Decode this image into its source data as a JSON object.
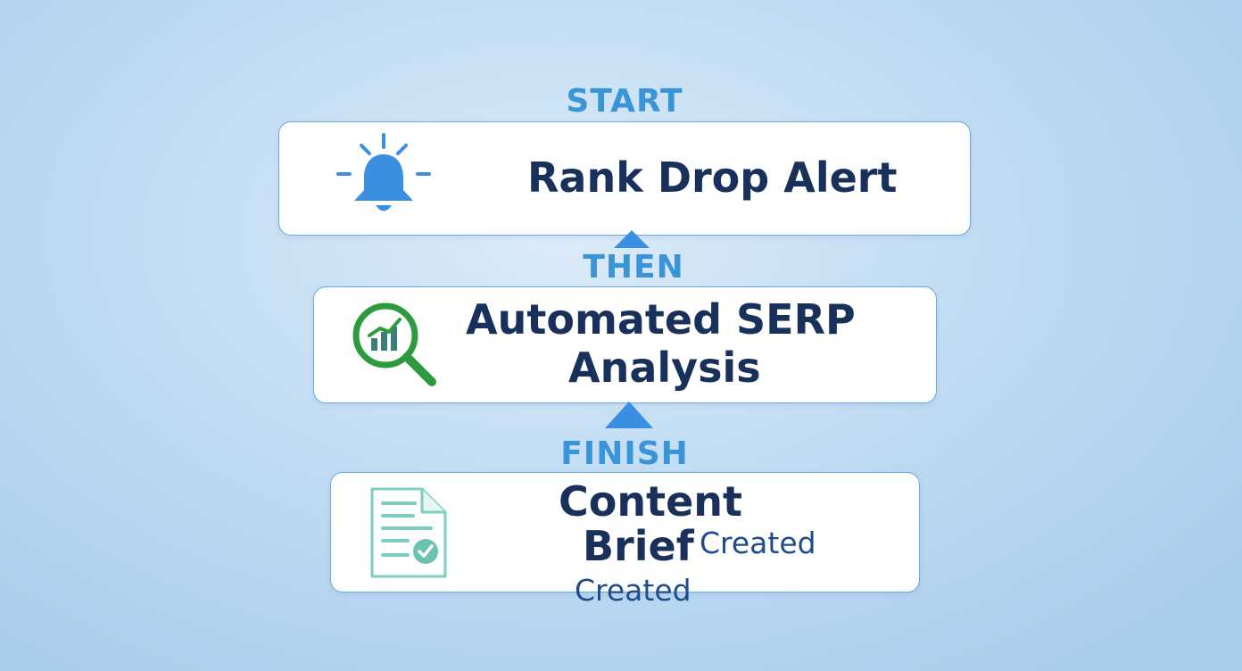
{
  "flow": {
    "start_label": "START",
    "then_label": "THEN",
    "finish_label": "FINISH",
    "steps": [
      {
        "title": "Rank Drop Alert",
        "icon": "bell-icon",
        "icon_color": "#3a8fe0"
      },
      {
        "title_line1": "Automated SERP",
        "title_line2": "Analysis",
        "icon": "magnifier-chart-icon",
        "icon_color": "#2e9a3e"
      },
      {
        "title_line1": "Content",
        "title_line2": "Brief",
        "title_suffix": "Created",
        "icon": "document-check-icon",
        "icon_color": "#7ccfc0"
      }
    ],
    "overflow_text": "Created"
  },
  "colors": {
    "label": "#3a94d8",
    "title": "#18305a",
    "arrow": "#3a8fe0",
    "card_border": "#6aaae0"
  }
}
